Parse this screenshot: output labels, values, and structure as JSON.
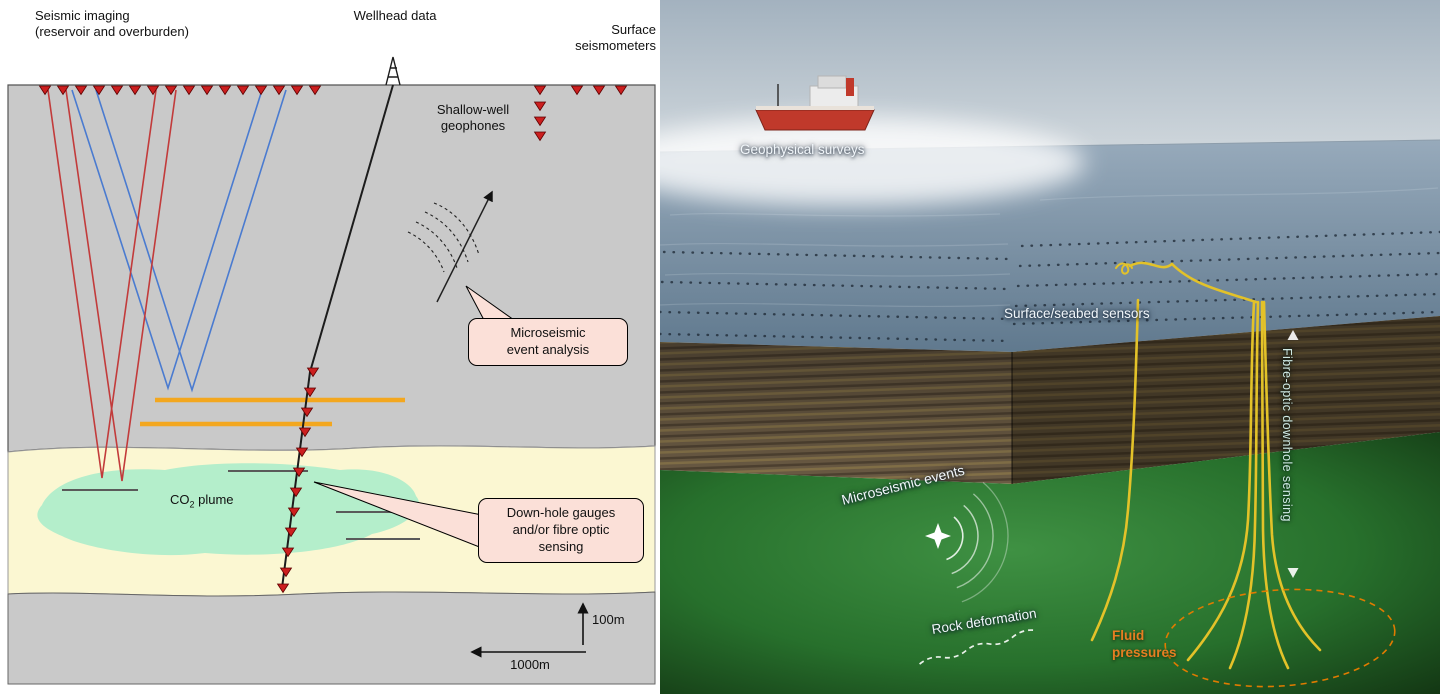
{
  "figure": {
    "left": {
      "seismic_imaging": {
        "line1": "Seismic imaging",
        "line2": "(reservoir and overburden)"
      },
      "wellhead_data": "Wellhead data",
      "surface_seismometers": {
        "line1": "Surface",
        "line2": "seismometers"
      },
      "shallow_well_geophones": {
        "line1": "Shallow-well",
        "line2": "geophones"
      },
      "microseismic_box": {
        "line1": "Microseismic",
        "line2": "event analysis"
      },
      "co2_plume": {
        "prefix": "CO",
        "sub": "2",
        "suffix": " plume"
      },
      "downhole_box": {
        "line1": "Down-hole gauges",
        "line2": "and/or fibre optic",
        "line3": "sensing"
      },
      "scale": {
        "vertical": "100m",
        "horizontal": "1000m"
      }
    },
    "right": {
      "geophysical_surveys": "Geophysical surveys",
      "surface_seabed_sensors": "Surface/seabed sensors",
      "microseismic_events": "Microseismic events",
      "rock_deformation": "Rock deformation",
      "fluid_pressures": {
        "line1": "Fluid",
        "line2": "pressures"
      },
      "fibre_optic_sensing": "Fibre-optic downhole sensing"
    },
    "colors": {
      "geophone_red": "#cc1f1f",
      "ray_red": "#c23b3b",
      "ray_blue": "#4a7bd0",
      "injection_orange": "#f3a71f",
      "plume_green": "#b4eecb",
      "reservoir_yellow": "#fbf7d2",
      "overburden_grey": "#c9c9c9",
      "callout_pink": "#fbe0d8",
      "well_yellow": "#e3c229",
      "fluid_orange": "#e67e22"
    }
  }
}
